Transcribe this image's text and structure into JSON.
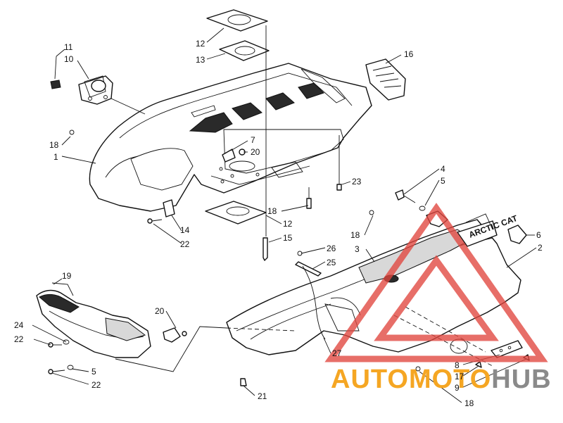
{
  "callouts": [
    {
      "id": "c11",
      "text": "11"
    },
    {
      "id": "c10",
      "text": "10"
    },
    {
      "id": "c12a",
      "text": "12"
    },
    {
      "id": "c13",
      "text": "13"
    },
    {
      "id": "c16",
      "text": "16"
    },
    {
      "id": "c18a",
      "text": "18"
    },
    {
      "id": "c1",
      "text": "1"
    },
    {
      "id": "c7",
      "text": "7"
    },
    {
      "id": "c20a",
      "text": "20"
    },
    {
      "id": "c4",
      "text": "4"
    },
    {
      "id": "c5a",
      "text": "5"
    },
    {
      "id": "c23",
      "text": "23"
    },
    {
      "id": "c18b",
      "text": "18"
    },
    {
      "id": "c14",
      "text": "14"
    },
    {
      "id": "c12b",
      "text": "12"
    },
    {
      "id": "c22a",
      "text": "22"
    },
    {
      "id": "c15",
      "text": "15"
    },
    {
      "id": "c18c",
      "text": "18"
    },
    {
      "id": "c6",
      "text": "6"
    },
    {
      "id": "c3",
      "text": "3"
    },
    {
      "id": "c26",
      "text": "26"
    },
    {
      "id": "c2",
      "text": "2"
    },
    {
      "id": "c25",
      "text": "25"
    },
    {
      "id": "c19",
      "text": "19"
    },
    {
      "id": "c20b",
      "text": "20"
    },
    {
      "id": "c24",
      "text": "24"
    },
    {
      "id": "c22b",
      "text": "22"
    },
    {
      "id": "c27",
      "text": "27"
    },
    {
      "id": "c5b",
      "text": "5"
    },
    {
      "id": "c8",
      "text": "8"
    },
    {
      "id": "c22c",
      "text": "22"
    },
    {
      "id": "c17",
      "text": "17"
    },
    {
      "id": "c9",
      "text": "9"
    },
    {
      "id": "c21",
      "text": "21"
    },
    {
      "id": "c18d",
      "text": "18"
    }
  ],
  "decal_text": "ARCTIC CAT",
  "watermark": {
    "word_part1": "AUTOMOTO",
    "word_part2": "HUB",
    "color_part1": "#f5a623",
    "color_part2": "#8a8a8a",
    "triangle_color": "#e0453d"
  }
}
